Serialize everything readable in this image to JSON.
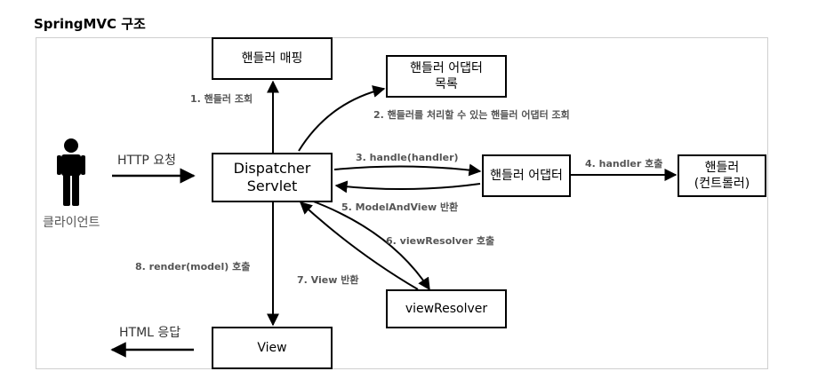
{
  "title": "SpringMVC 구조",
  "nodes": {
    "handler_mapping": "핸들러 매핑",
    "handler_adapter_list": [
      "핸들러 어댑터",
      "목록"
    ],
    "dispatcher_servlet": [
      "Dispatcher",
      "Servlet"
    ],
    "handler_adapter": "핸들러 어댑터",
    "handler": [
      "핸들러",
      "(컨트롤러)"
    ],
    "view_resolver": "viewResolver",
    "view": "View",
    "client": "클라이언트"
  },
  "edges": {
    "step1": "1. 핸들러 조회",
    "step2": "2. 핸들러를 처리할 수 있는 핸들러 어댑터 조회",
    "step3": "3. handle(handler)",
    "step4": "4. handler 호출",
    "step5": "5. ModelAndView 반환",
    "step6": "6. viewResolver 호출",
    "step7": "7. View 반환",
    "step8": "8. render(model) 호출",
    "http_request": "HTTP 요청",
    "html_response": "HTML 응답"
  },
  "colors": {
    "line": "#000000",
    "label": "#555555",
    "frame": "#cfcfcf"
  }
}
